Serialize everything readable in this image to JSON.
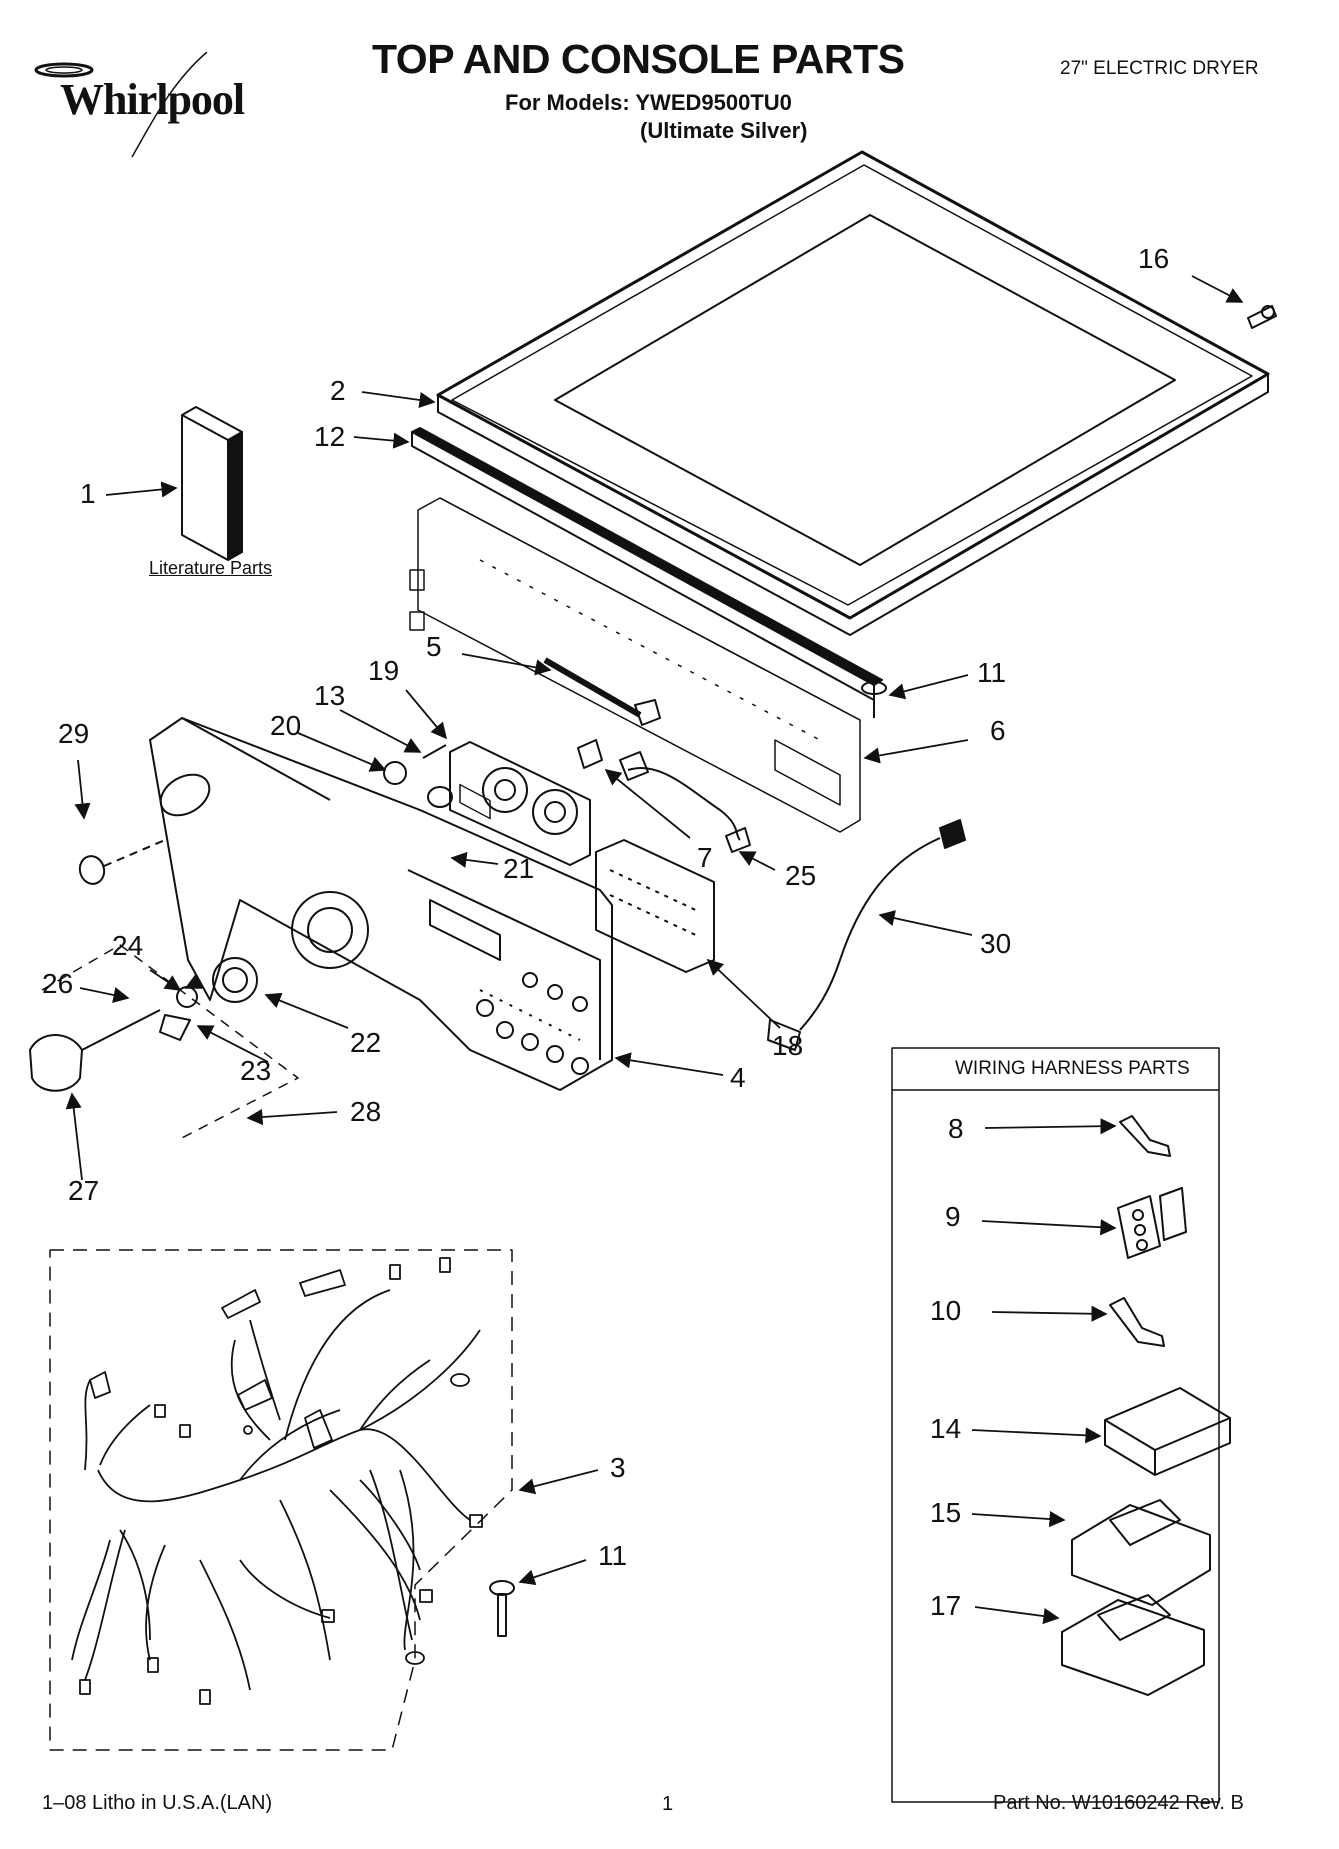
{
  "header": {
    "brand": "Whirlpool",
    "title": "TOP AND CONSOLE PARTS",
    "models_label": "For Models: YWED9500TU0",
    "models_color": "(Ultimate Silver)",
    "product": "27\" ELECTRIC DRYER"
  },
  "literature_label": "Literature Parts",
  "wiring_harness_title": "WIRING HARNESS PARTS",
  "callouts": {
    "c1": "1",
    "c2": "2",
    "c3": "3",
    "c4": "4",
    "c5": "5",
    "c6": "6",
    "c7": "7",
    "c8": "8",
    "c9": "9",
    "c10": "10",
    "c11a": "11",
    "c11b": "11",
    "c12": "12",
    "c13": "13",
    "c14": "14",
    "c15": "15",
    "c16": "16",
    "c17": "17",
    "c18": "18",
    "c19": "19",
    "c20": "20",
    "c21": "21",
    "c22": "22",
    "c23": "23",
    "c24": "24",
    "c25": "25",
    "c26": "26",
    "c27": "27",
    "c28": "28",
    "c29": "29",
    "c30": "30"
  },
  "footer": {
    "litho": "1–08 Litho in U.S.A.(LAN)",
    "page": "1",
    "part_no": "Part No. W10160242 Rev. B"
  }
}
